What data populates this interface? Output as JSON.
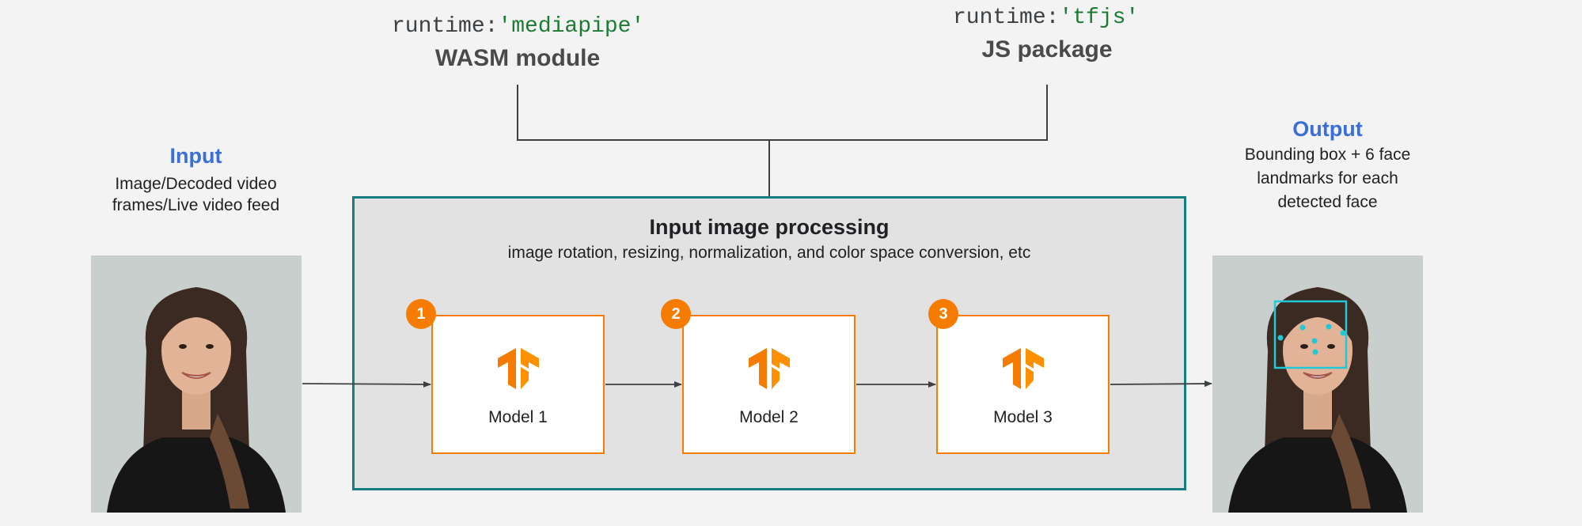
{
  "runtimes": [
    {
      "code_key": "runtime:",
      "code_value": "'mediapipe'",
      "label": "WASM module"
    },
    {
      "code_key": "runtime:",
      "code_value": "'tfjs'",
      "label": "JS package"
    }
  ],
  "input": {
    "title": "Input",
    "lines": [
      "Image/Decoded video",
      "frames/Live video feed"
    ]
  },
  "output": {
    "title": "Output",
    "lines": [
      "Bounding box + 6 face",
      "landmarks for each",
      "detected face"
    ]
  },
  "processing": {
    "title": "Input image processing",
    "description": "image rotation, resizing, normalization, and color space conversion, etc"
  },
  "models": [
    {
      "number": "1",
      "label": "Model 1"
    },
    {
      "number": "2",
      "label": "Model 2"
    },
    {
      "number": "3",
      "label": "Model 3"
    }
  ],
  "colors": {
    "io_title": "#3b6fd8",
    "frame_border": "#137d80",
    "frame_fill": "#e2e2e2",
    "model_accent": "#f57c00",
    "code_string": "#1e7b34",
    "detection": "#22c7d8"
  },
  "icons": {
    "model_logo": "tensorflow-logo-icon"
  }
}
